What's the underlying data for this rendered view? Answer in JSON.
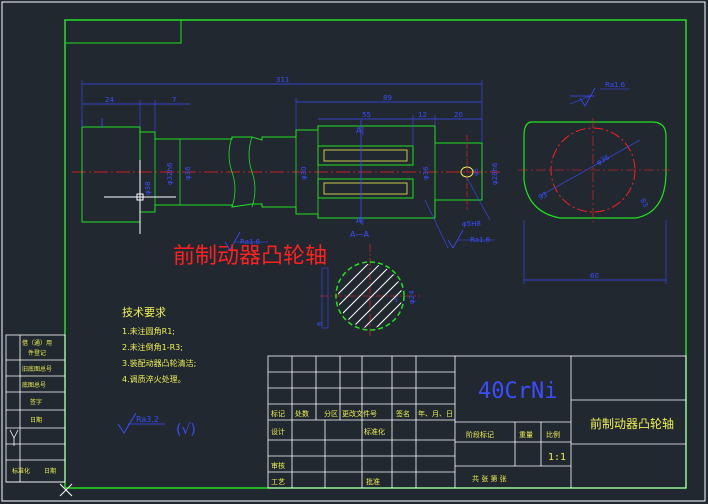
{
  "colors": {
    "background": "#212830",
    "border": "#ffffff",
    "green": "#22e022",
    "blue": "#3a4dff",
    "red": "#ff2020",
    "yellow": "#f0f050",
    "hatch": "#ffffff"
  },
  "drawing": {
    "title": "前制动器凸轮轴",
    "dims": {
      "total_length": "311",
      "left_step": "24",
      "left_step2": "7",
      "right_section": "89",
      "keyway_len": "55",
      "gap_len": "12",
      "right_end": "20",
      "dia_1": "φ32h6",
      "dia_2": "φ36",
      "dia_3": "φ38",
      "dia_4": "φ30",
      "dia_5": "φ28h6",
      "dia_6": "φ36",
      "small_dia": "φ5",
      "hole": "φ5H8",
      "width_bottom": "60",
      "cam_dim_1": "93",
      "cam_dim_2": "83",
      "section_dia": "φ24",
      "section_width": "6",
      "section_small": "5"
    },
    "roughness": {
      "top": "Ra1.6",
      "middle": "Ra1.6",
      "left": "Ra1.6",
      "general": "Ra3.2",
      "check": "(√)"
    },
    "section": {
      "label_top": "A|",
      "label_bottom": "A|",
      "section_name": "A—A"
    }
  },
  "tech_req": {
    "title": "技术要求",
    "items": [
      "1.未注圆角R1;",
      "2.未注倒角1-R3;",
      "3.装配动器凸轮清洁;",
      "4.调质淬火处理。"
    ]
  },
  "title_block": {
    "material": "40CrNi",
    "part_name": "前制动器凸轮轴",
    "row_labels": [
      "标记",
      "处数",
      "分区",
      "更改文件号",
      "签名",
      "年、月、日"
    ],
    "design": "设计",
    "standard": "标准化",
    "review": "审核",
    "process": "工艺",
    "approve": "批准",
    "stage_mark": "阶段标记",
    "weight": "重量",
    "scale_label": "比例",
    "scale": "1:1",
    "sheet_info": "共   张   第   张"
  },
  "side_block": {
    "items": [
      "借（通）用",
      "件登记",
      "旧底图总号",
      "底图总号",
      "签字",
      "日期",
      "标准化",
      "日期"
    ]
  }
}
